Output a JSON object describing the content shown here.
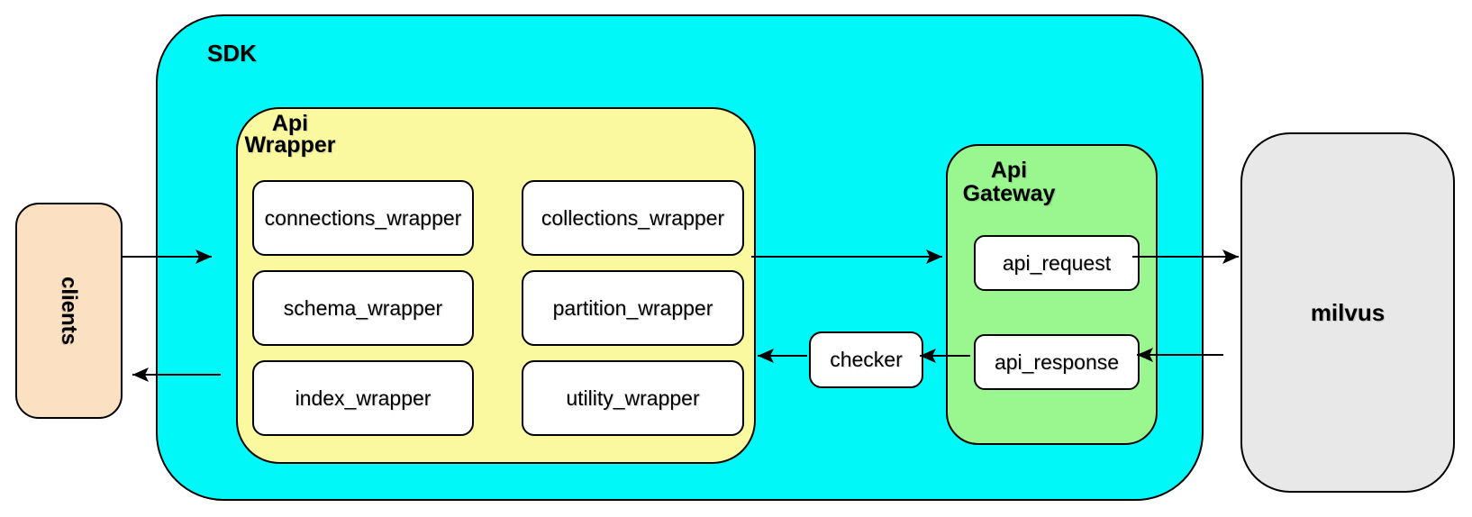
{
  "diagram": {
    "clients": {
      "label": "clients"
    },
    "sdk": {
      "label": "SDK"
    },
    "api_wrapper": {
      "label_line1": "Api",
      "label_line2": "Wrapper",
      "boxes": [
        {
          "label": "connections_wrapper"
        },
        {
          "label": "collections_wrapper"
        },
        {
          "label": "schema_wrapper"
        },
        {
          "label": "partition_wrapper"
        },
        {
          "label": "index_wrapper"
        },
        {
          "label": "utility_wrapper"
        }
      ]
    },
    "checker": {
      "label": "checker"
    },
    "api_gateway": {
      "label_line1": "Api",
      "label_line2": "Gateway",
      "boxes": [
        {
          "label": "api_request"
        },
        {
          "label": "api_response"
        }
      ]
    },
    "milvus": {
      "label": "milvus"
    },
    "colors": {
      "sdk_fill": "#00F8F8",
      "api_wrapper_fill": "#FBF9A0",
      "api_gateway_fill": "#9AF790",
      "clients_fill": "#FCE0C2",
      "milvus_fill": "#E8E8E8",
      "node_fill": "#FFFFFF",
      "line_color": "#000000"
    },
    "arrows": [
      {
        "name": "clients-to-api-wrapper",
        "direction": "right"
      },
      {
        "name": "api-wrapper-to-clients",
        "direction": "left"
      },
      {
        "name": "api-wrapper-to-api-gateway",
        "direction": "right"
      },
      {
        "name": "api-request-to-milvus",
        "direction": "right"
      },
      {
        "name": "milvus-to-api-response",
        "direction": "left"
      },
      {
        "name": "api-response-to-checker",
        "direction": "left"
      },
      {
        "name": "checker-to-api-wrapper",
        "direction": "left"
      }
    ]
  }
}
